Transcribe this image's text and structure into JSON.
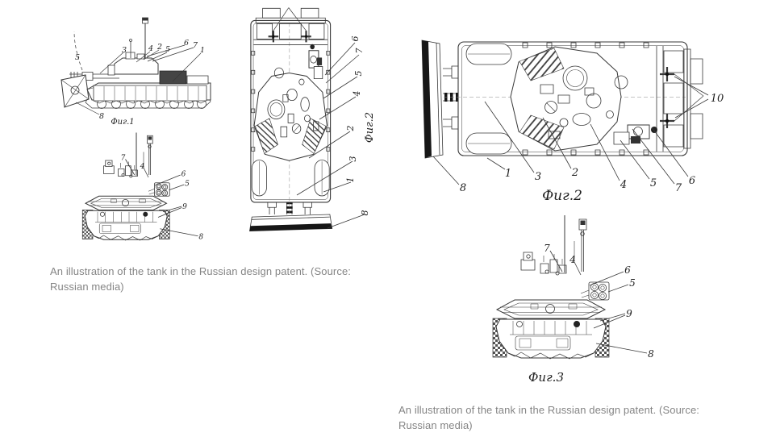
{
  "colors": {
    "background": "#ffffff",
    "ink": "#383838",
    "caption": "#858585"
  },
  "captions": {
    "left": "An illustration of the tank in the Russian design patent. (Source: Russian media)",
    "right": "An illustration of the tank in the Russian design patent. (Source: Russian media)"
  },
  "figures": {
    "fig1": {
      "label": "Фиг.1",
      "c5a": "5",
      "c3": "3",
      "c4": "4",
      "c2": "2",
      "c5b": "5",
      "c6": "6",
      "c7": "7",
      "c1": "1",
      "c8": "8"
    },
    "front": {
      "c7": "7",
      "c4": "4",
      "c6": "6",
      "c5": "5",
      "c9": "9",
      "c8": "8"
    },
    "fig2v": {
      "label": "Фиг.2",
      "c6": "6",
      "c7": "7",
      "c5": "5",
      "c4": "4",
      "c2": "2",
      "c3": "3",
      "c1": "1",
      "c8": "8"
    },
    "fig2": {
      "label": "Фиг.2",
      "c10": "10",
      "c8": "8",
      "c1": "1",
      "c3": "3",
      "c2": "2",
      "c4": "4",
      "c5": "5",
      "c7": "7",
      "c6": "6"
    },
    "fig3": {
      "label": "Фиг.3"
    }
  }
}
